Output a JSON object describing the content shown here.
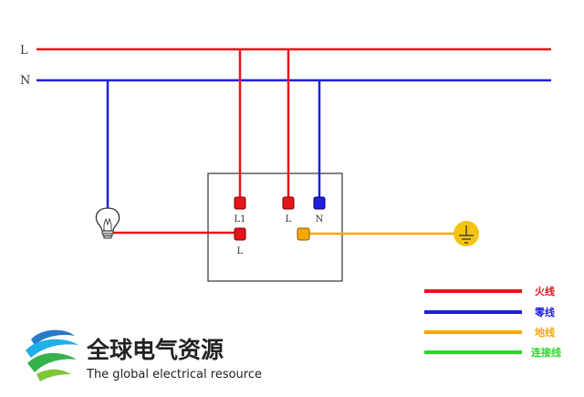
{
  "bus": {
    "line_label": "L",
    "neutral_label": "N"
  },
  "socket": {
    "terminal_l1_label": "L1",
    "terminal_l_label": "L",
    "terminal_n_label": "N",
    "terminal_lower_l_label": "L"
  },
  "legend": [
    {
      "label": "火线",
      "color": "#e8141c"
    },
    {
      "label": "零线",
      "color": "#1f1fe0"
    },
    {
      "label": "地线",
      "color": "#f5a800"
    },
    {
      "label": "连接线",
      "color": "#2bd82b"
    }
  ],
  "brand": {
    "name_cn": "全球电气资源",
    "name_en": "The global electrical resource"
  },
  "colors": {
    "live": "#e8141c",
    "neutral": "#1f1fe0",
    "earth": "#f5a800",
    "earth_symbol": "#f3c413",
    "link": "#2bd82b"
  }
}
